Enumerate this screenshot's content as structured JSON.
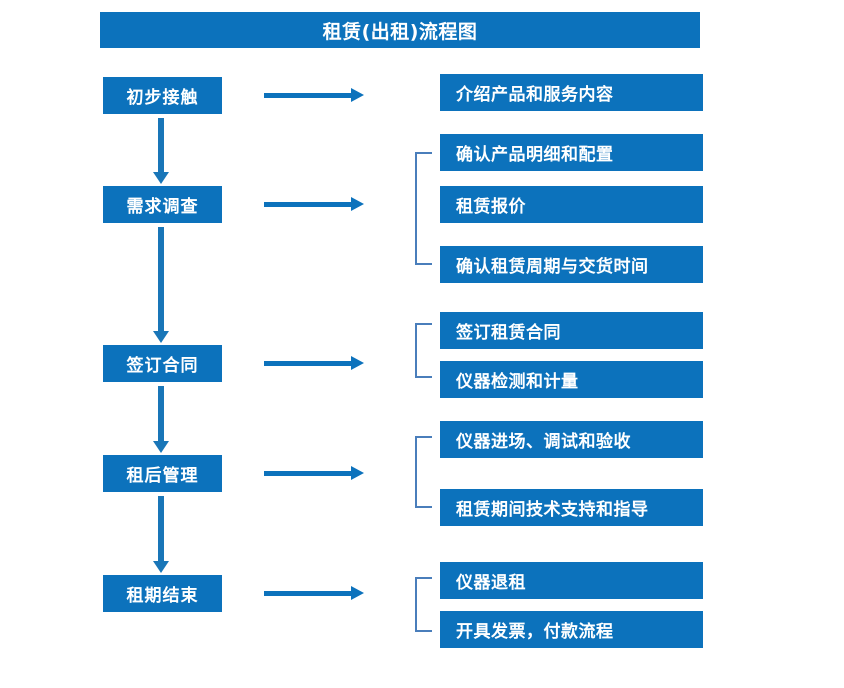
{
  "diagram": {
    "title": "租赁(出租)流程图",
    "colors": {
      "box_blue": "#0C72BC",
      "arrow_blue": "#1976B8",
      "bracket_blue": "#4A7EBB",
      "text_white": "#FFFFFF",
      "background": "#FFFFFF"
    },
    "stages": [
      {
        "label": "初步接触"
      },
      {
        "label": "需求调查"
      },
      {
        "label": "签订合同"
      },
      {
        "label": "租后管理"
      },
      {
        "label": "租期结束"
      }
    ],
    "details": [
      {
        "label": "介绍产品和服务内容"
      },
      {
        "label": "确认产品明细和配置"
      },
      {
        "label": "租赁报价"
      },
      {
        "label": "确认租赁周期与交货时间"
      },
      {
        "label": "签订租赁合同"
      },
      {
        "label": "仪器检测和计量"
      },
      {
        "label": "仪器进场、调试和验收"
      },
      {
        "label": "租赁期间技术支持和指导"
      },
      {
        "label": "仪器退租"
      },
      {
        "label": "开具发票，付款流程"
      }
    ]
  }
}
